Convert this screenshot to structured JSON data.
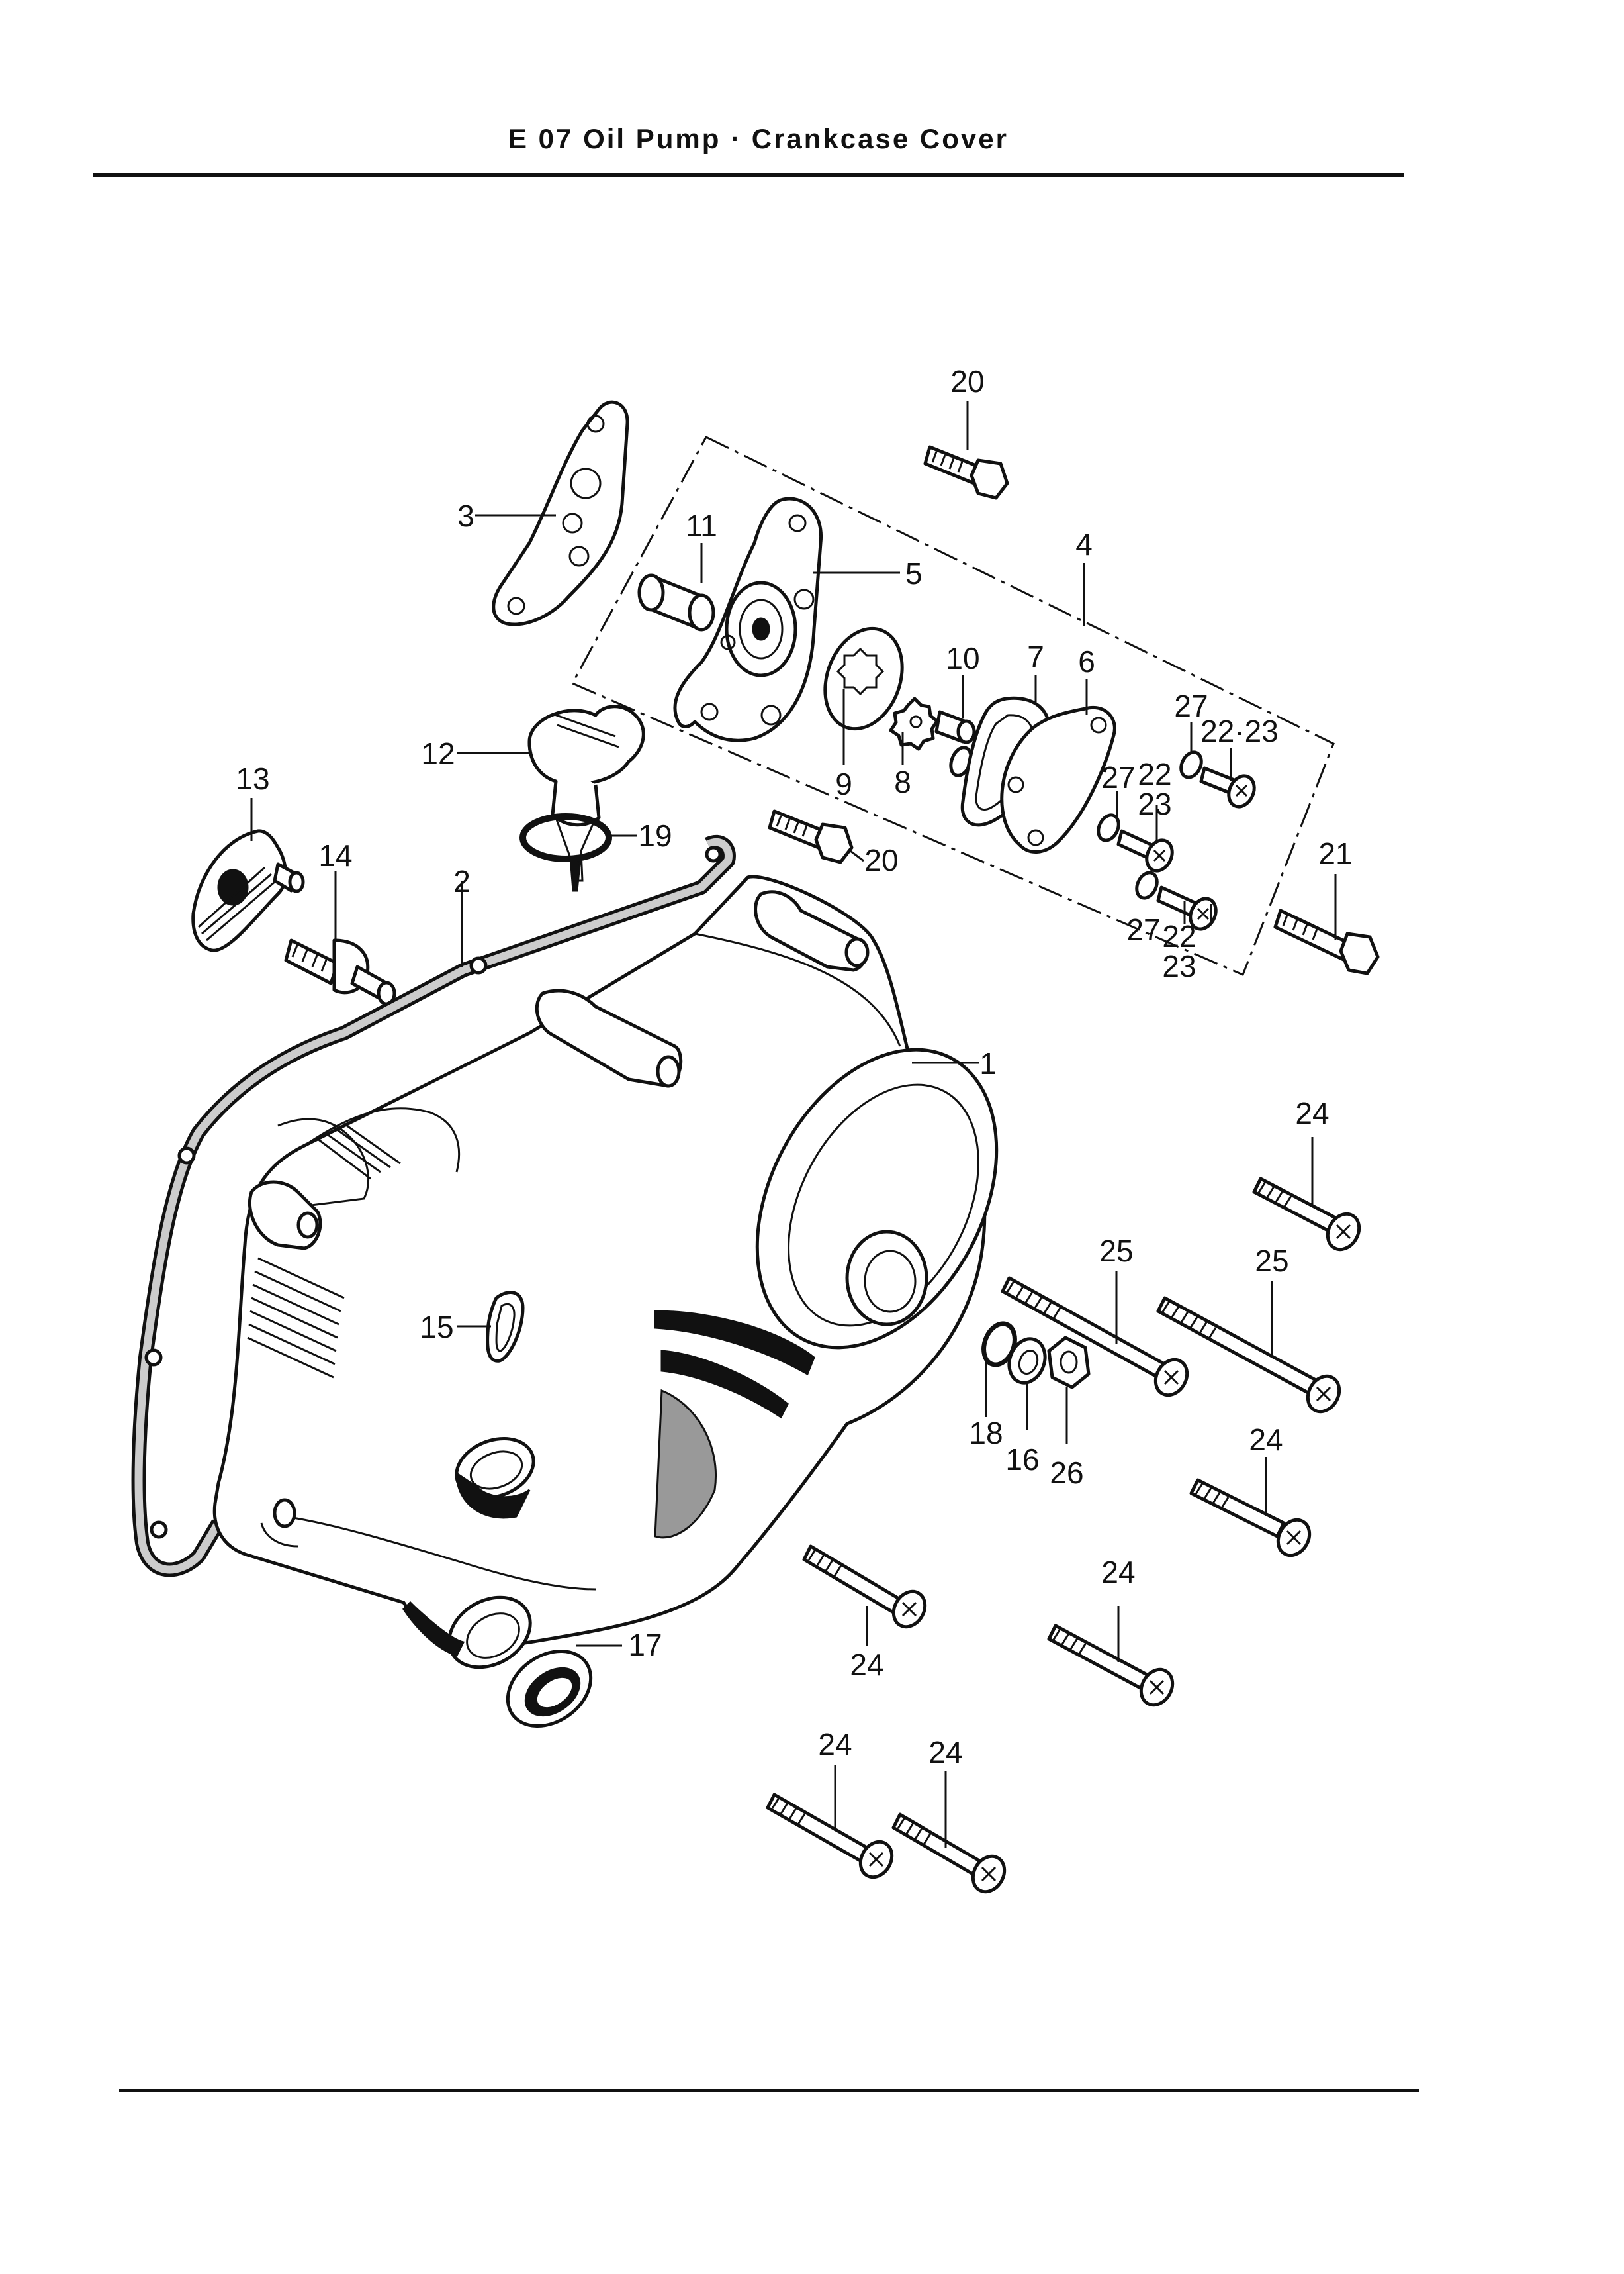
{
  "page": {
    "title": "E 07   Oil Pump · Crankcase Cover"
  },
  "diagram": {
    "callouts": [
      {
        "id": "c20a",
        "text": "20"
      },
      {
        "id": "c3",
        "text": "3"
      },
      {
        "id": "c11",
        "text": "11"
      },
      {
        "id": "c5",
        "text": "5"
      },
      {
        "id": "c4",
        "text": "4"
      },
      {
        "id": "c10",
        "text": "10"
      },
      {
        "id": "c7",
        "text": "7"
      },
      {
        "id": "c6",
        "text": "6"
      },
      {
        "id": "c9",
        "text": "9"
      },
      {
        "id": "c8",
        "text": "8"
      },
      {
        "id": "c27a",
        "text": "27"
      },
      {
        "id": "c2223a",
        "text": "22·23"
      },
      {
        "id": "c27b",
        "text": "27"
      },
      {
        "id": "c22a",
        "text": "22"
      },
      {
        "id": "c23a",
        "text": "23"
      },
      {
        "id": "c27c",
        "text": "27"
      },
      {
        "id": "c22b",
        "text": "22"
      },
      {
        "id": "c23b",
        "text": "23"
      },
      {
        "id": "c12",
        "text": "12"
      },
      {
        "id": "c13",
        "text": "13"
      },
      {
        "id": "c19",
        "text": "19"
      },
      {
        "id": "c14",
        "text": "14"
      },
      {
        "id": "c2",
        "text": "2"
      },
      {
        "id": "c20b",
        "text": "20"
      },
      {
        "id": "c21",
        "text": "21"
      },
      {
        "id": "c1",
        "text": "1"
      },
      {
        "id": "c24a",
        "text": "24"
      },
      {
        "id": "c25a",
        "text": "25"
      },
      {
        "id": "c25b",
        "text": "25"
      },
      {
        "id": "c15",
        "text": "15"
      },
      {
        "id": "c18",
        "text": "18"
      },
      {
        "id": "c16",
        "text": "16"
      },
      {
        "id": "c26",
        "text": "26"
      },
      {
        "id": "c24b",
        "text": "24"
      },
      {
        "id": "c24c",
        "text": "24"
      },
      {
        "id": "c24d",
        "text": "24"
      },
      {
        "id": "c17",
        "text": "17"
      },
      {
        "id": "c24e",
        "text": "24"
      },
      {
        "id": "c24f",
        "text": "24"
      }
    ]
  }
}
